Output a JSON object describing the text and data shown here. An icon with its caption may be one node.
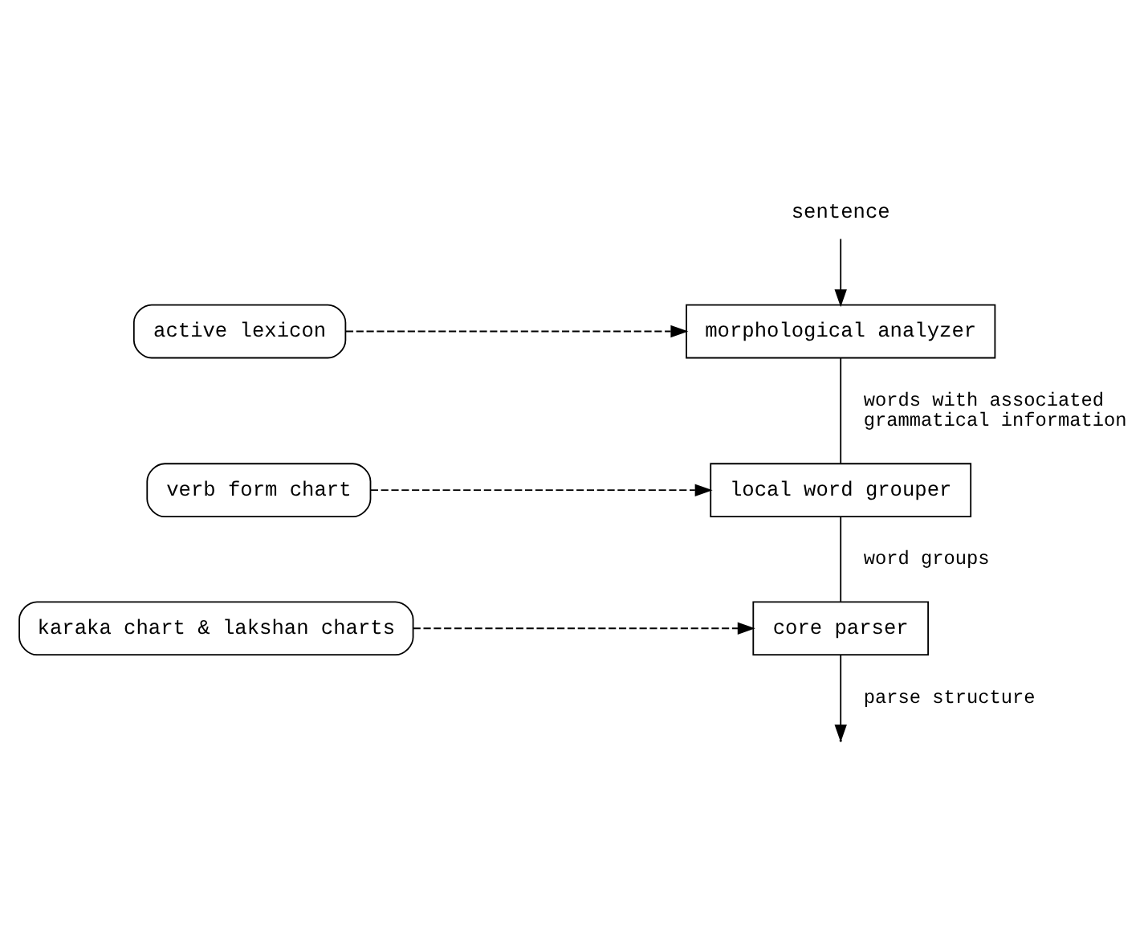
{
  "diagram": {
    "nodes": [
      {
        "text": [
          "sentence"
        ]
      },
      {
        "text": [
          "active lexicon"
        ]
      },
      {
        "text": [
          "morphological analyzer"
        ]
      },
      {
        "text": [
          "verb form chart"
        ]
      },
      {
        "text": [
          "local word grouper"
        ]
      },
      {
        "text": [
          "karaka chart & lakshan charts"
        ]
      },
      {
        "text": [
          "core parser"
        ]
      }
    ],
    "edges": [
      {
        "from": 0,
        "to": 2,
        "arrow": "to"
      },
      {
        "from": 1,
        "to": 2,
        "arrow": "to",
        "style": "dashed"
      },
      {
        "from": 2,
        "to": 4,
        "arrow": "none",
        "label": "words with associated grammatical information"
      },
      {
        "from": 3,
        "to": 4,
        "arrow": "to",
        "style": "dashed"
      },
      {
        "from": 4,
        "to": 6,
        "arrow": "none",
        "label": "word groups"
      },
      {
        "from": 5,
        "to": 6,
        "arrow": "to",
        "style": "dashed"
      },
      {
        "from": 6,
        "to": null,
        "arrow": "to",
        "label": "parse structure"
      }
    ]
  }
}
